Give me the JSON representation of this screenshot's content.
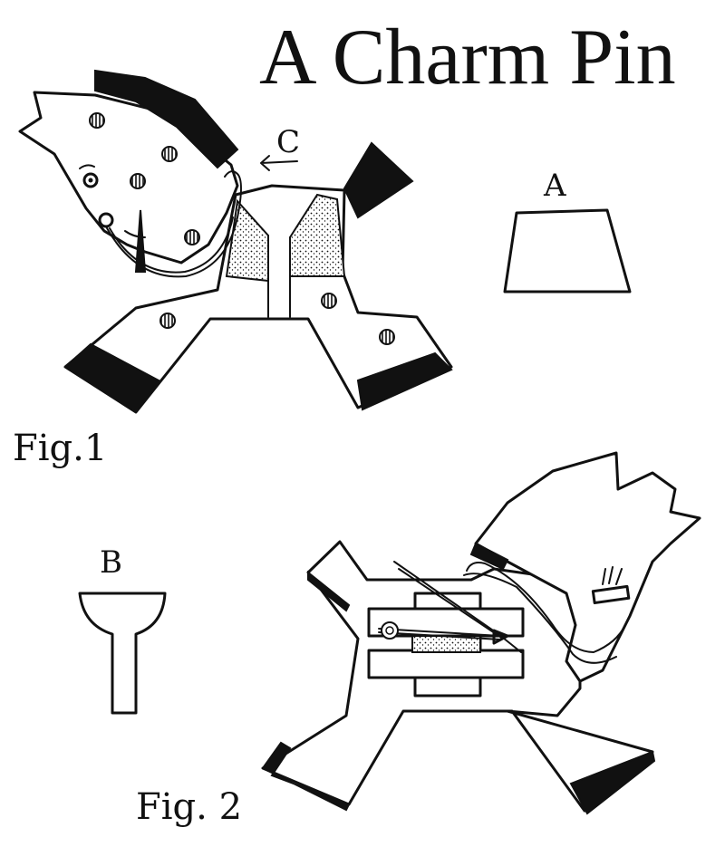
{
  "title": "A Charm Pin",
  "labels": {
    "fig1": "Fig.1",
    "fig2": "Fig. 2",
    "pattern_a": "A",
    "pattern_b": "B",
    "pointer_c": "C"
  },
  "colors": {
    "ink": "#111111",
    "paper": "#ffffff"
  }
}
